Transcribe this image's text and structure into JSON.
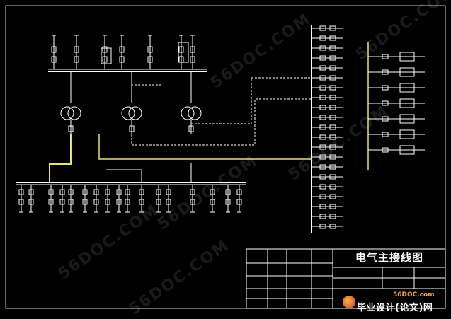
{
  "drawing": {
    "title": "电气主接线图",
    "colors": {
      "background": "#000000",
      "lines": "#ffffff",
      "busbar": "#ffffff",
      "connector": "#e8e070",
      "dashed": "#ffffff"
    }
  },
  "watermarks": [
    {
      "text": "56DOC.COM"
    },
    {
      "text": "56DOC.COM"
    },
    {
      "text": "56DOC.COM"
    },
    {
      "text": "56DOC.COM"
    },
    {
      "text": "56DOC.COM"
    },
    {
      "text": "56DOC.COM"
    }
  ],
  "logo": {
    "url": "56DOC.com",
    "text": "毕业设计(论文)网",
    "badge_icon": "logo-badge-icon"
  }
}
